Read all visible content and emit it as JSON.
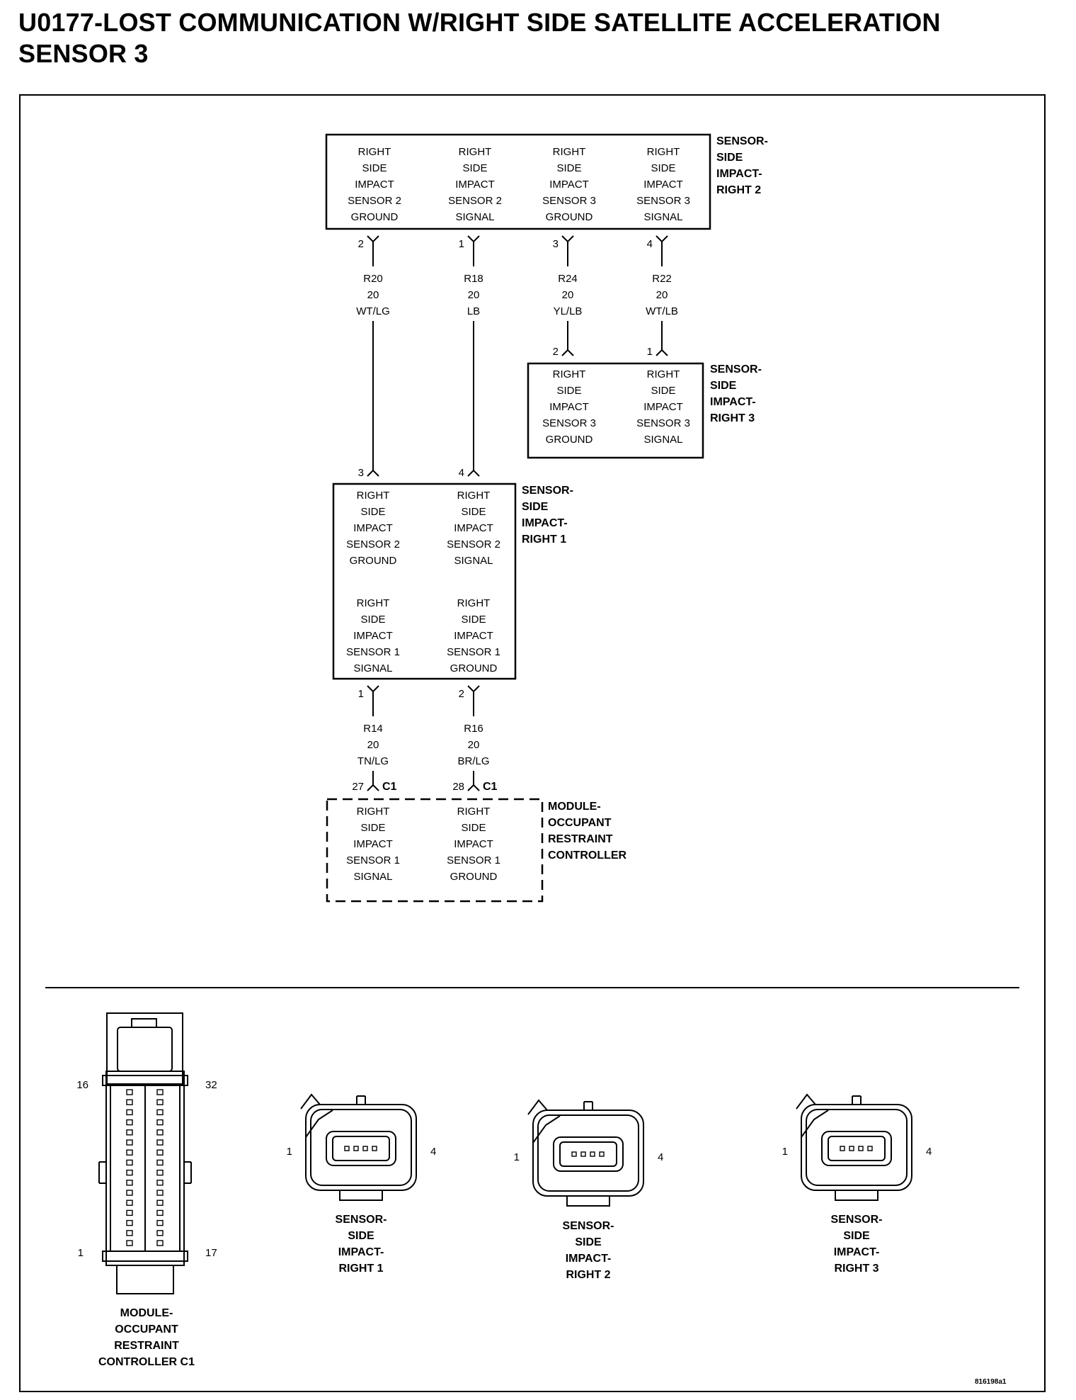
{
  "title_line1": "U0177-LOST COMMUNICATION W/RIGHT SIDE SATELLITE ACCELERATION",
  "title_line2": "SENSOR 3",
  "figure_id": "816198a1",
  "components": {
    "right2": {
      "label": [
        "SENSOR-",
        "SIDE",
        "IMPACT-",
        "RIGHT 2"
      ],
      "cells": [
        [
          "RIGHT",
          "SIDE",
          "IMPACT",
          "SENSOR 2",
          "GROUND"
        ],
        [
          "RIGHT",
          "SIDE",
          "IMPACT",
          "SENSOR 2",
          "SIGNAL"
        ],
        [
          "RIGHT",
          "SIDE",
          "IMPACT",
          "SENSOR 3",
          "GROUND"
        ],
        [
          "RIGHT",
          "SIDE",
          "IMPACT",
          "SENSOR 3",
          "SIGNAL"
        ]
      ],
      "pins": [
        "2",
        "1",
        "3",
        "4"
      ]
    },
    "right3": {
      "label": [
        "SENSOR-",
        "SIDE",
        "IMPACT-",
        "RIGHT 3"
      ],
      "cells": [
        [
          "RIGHT",
          "SIDE",
          "IMPACT",
          "SENSOR 3",
          "GROUND"
        ],
        [
          "RIGHT",
          "SIDE",
          "IMPACT",
          "SENSOR 3",
          "SIGNAL"
        ]
      ],
      "pins": [
        "2",
        "1"
      ]
    },
    "right1": {
      "label": [
        "SENSOR-",
        "SIDE",
        "IMPACT-",
        "RIGHT 1"
      ],
      "cells_top": [
        [
          "RIGHT",
          "SIDE",
          "IMPACT",
          "SENSOR 2",
          "GROUND"
        ],
        [
          "RIGHT",
          "SIDE",
          "IMPACT",
          "SENSOR 2",
          "SIGNAL"
        ]
      ],
      "cells_bottom": [
        [
          "RIGHT",
          "SIDE",
          "IMPACT",
          "SENSOR 1",
          "SIGNAL"
        ],
        [
          "RIGHT",
          "SIDE",
          "IMPACT",
          "SENSOR 1",
          "GROUND"
        ]
      ],
      "pins_top": [
        "3",
        "4"
      ],
      "pins_bottom": [
        "1",
        "2"
      ]
    },
    "orc": {
      "label": [
        "MODULE-",
        "OCCUPANT",
        "RESTRAINT",
        "CONTROLLER"
      ],
      "cells": [
        [
          "RIGHT",
          "SIDE",
          "IMPACT",
          "SENSOR 1",
          "SIGNAL"
        ],
        [
          "RIGHT",
          "SIDE",
          "IMPACT",
          "SENSOR 1",
          "GROUND"
        ]
      ],
      "pins": [
        "27",
        "28"
      ],
      "connector": "C1"
    }
  },
  "wires": {
    "upper": [
      [
        "R20",
        "20",
        "WT/LG"
      ],
      [
        "R18",
        "20",
        "LB"
      ],
      [
        "R24",
        "20",
        "YL/LB"
      ],
      [
        "R22",
        "20",
        "WT/LB"
      ]
    ],
    "lower": [
      [
        "R14",
        "20",
        "TN/LG"
      ],
      [
        "R16",
        "20",
        "BR/LG"
      ]
    ]
  },
  "connector_views": {
    "module": {
      "label": [
        "MODULE-",
        "OCCUPANT",
        "RESTRAINT",
        "CONTROLLER C1"
      ],
      "pins": [
        "16",
        "32",
        "1",
        "17"
      ]
    },
    "sensors": [
      {
        "label": [
          "SENSOR-",
          "SIDE",
          "IMPACT-",
          "RIGHT 1"
        ],
        "pins": [
          "1",
          "4"
        ]
      },
      {
        "label": [
          "SENSOR-",
          "SIDE",
          "IMPACT-",
          "RIGHT 2"
        ],
        "pins": [
          "1",
          "4"
        ]
      },
      {
        "label": [
          "SENSOR-",
          "SIDE",
          "IMPACT-",
          "RIGHT 3"
        ],
        "pins": [
          "1",
          "4"
        ]
      }
    ]
  }
}
